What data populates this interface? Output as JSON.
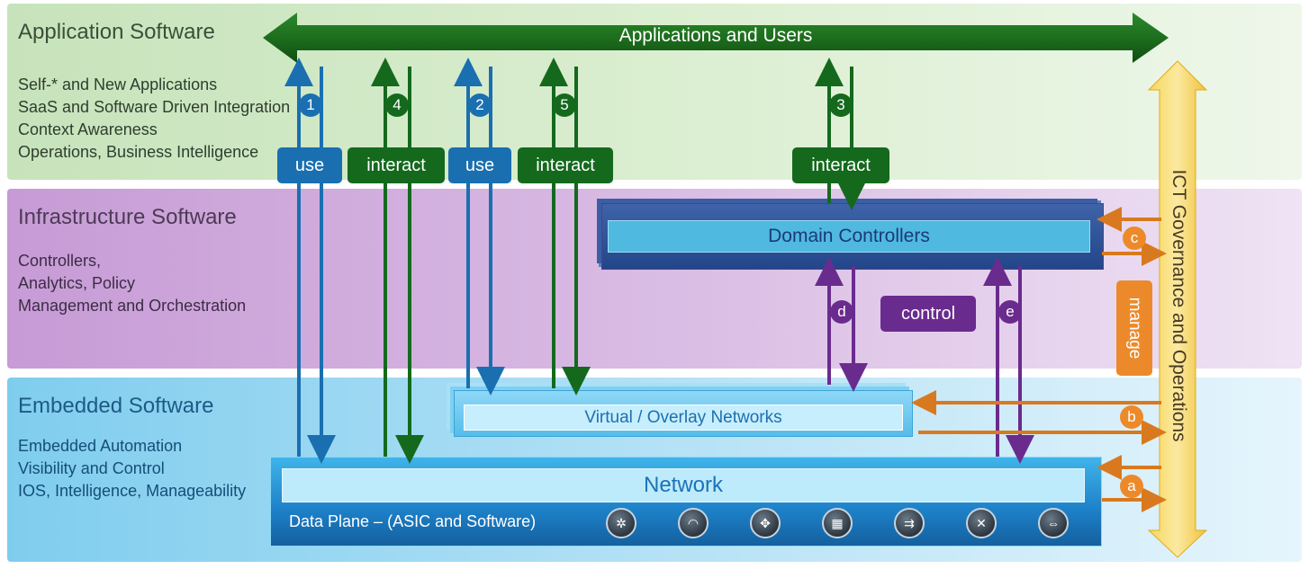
{
  "layers": {
    "application": {
      "title": "Application Software",
      "lines": [
        "Self-* and New Applications",
        "SaaS and Software Driven Integration",
        "Context Awareness",
        "Operations, Business Intelligence"
      ]
    },
    "infrastructure": {
      "title": "Infrastructure Software",
      "lines": [
        "Controllers,",
        "Analytics, Policy",
        "Management and Orchestration"
      ]
    },
    "embedded": {
      "title": "Embedded Software",
      "lines": [
        "Embedded Automation",
        "Visibility and Control",
        "IOS, Intelligence, Manageability"
      ]
    }
  },
  "apps_users": "Applications and Users",
  "domain_controllers": "Domain Controllers",
  "virtual_overlay": "Virtual / Overlay Networks",
  "network": {
    "title": "Network",
    "data_plane": "Data Plane –  (ASIC and Software)",
    "device_icons": [
      "router-icon",
      "wireless-icon",
      "switch-icon",
      "firewall-icon",
      "load-balancer-icon",
      "crossing-router-icon",
      "link-icon"
    ]
  },
  "flows": [
    {
      "num": "1",
      "label": "use"
    },
    {
      "num": "4",
      "label": "interact"
    },
    {
      "num": "2",
      "label": "use"
    },
    {
      "num": "5",
      "label": "interact"
    },
    {
      "num": "3",
      "label": "interact"
    }
  ],
  "control": {
    "label": "control",
    "d": "d",
    "e": "e"
  },
  "governance": {
    "label": "ICT Governance and Operations",
    "manage": "manage",
    "a": "a",
    "b": "b",
    "c": "c"
  },
  "colors": {
    "blue": "#1a6fb0",
    "green": "#14691d",
    "purple": "#6a2b8e",
    "orange": "#ec8a2b",
    "gold": "#f5c518"
  }
}
